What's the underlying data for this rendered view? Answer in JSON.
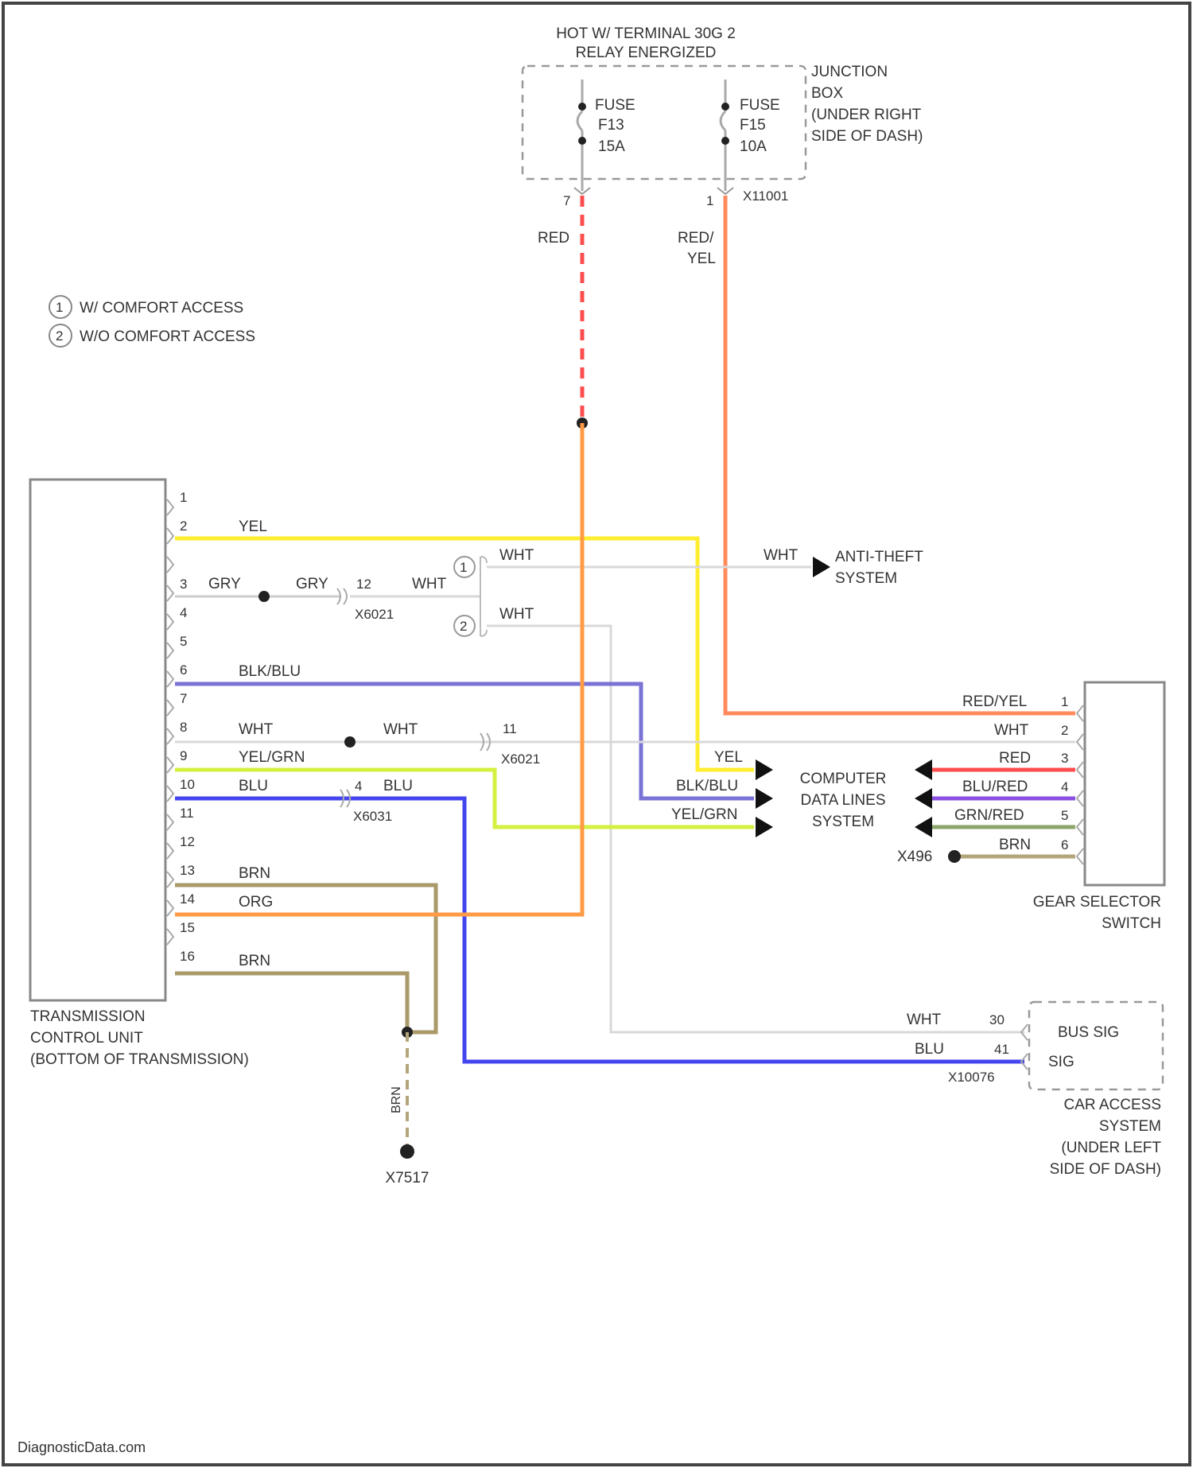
{
  "colors": {
    "red": "#ff4d4d",
    "red_yel": "#ff8a5c",
    "orange": "#ff9a45",
    "yellow": "#ffee30",
    "yel_grn": "#d4f040",
    "blu": "#4444ee",
    "blk_blu": "#7a73d6",
    "blu_red": "#8a4fe0",
    "grn_red": "#8ca56a",
    "brn": "#aa9a6a",
    "brn_light": "#b5a57a",
    "wht": "#d8d8d8",
    "line": "#bbbbbb",
    "frame": "#444444"
  },
  "top": {
    "hot_line1": "HOT W/ TERMINAL 30G 2",
    "hot_line2": "RELAY ENERGIZED",
    "fuse_left": {
      "name": "FUSE",
      "id": "F13",
      "rating": "15A",
      "pin": "7"
    },
    "fuse_right": {
      "name": "FUSE",
      "id": "F15",
      "rating": "10A",
      "pin": "1",
      "connector": "X11001"
    },
    "jbox": [
      "JUNCTION",
      "BOX",
      "(UNDER RIGHT",
      "SIDE OF DASH)"
    ],
    "wire_red": "RED",
    "wire_red_yel_1": "RED/",
    "wire_red_yel_2": "YEL"
  },
  "legend": {
    "items": [
      {
        "num": "1",
        "text": "W/ COMFORT ACCESS"
      },
      {
        "num": "2",
        "text": "W/O COMFORT ACCESS"
      }
    ]
  },
  "tcu": {
    "label": [
      "TRANSMISSION",
      "CONTROL UNIT",
      "(BOTTOM OF TRANSMISSION)"
    ],
    "pins": [
      "1",
      "2",
      "3",
      "4",
      "5",
      "6",
      "7",
      "8",
      "9",
      "10",
      "11",
      "12",
      "13",
      "14",
      "15",
      "16"
    ],
    "wires": {
      "p2": "YEL",
      "p3a": "GRY",
      "p3b": "GRY",
      "p6": "BLK/BLU",
      "p8a": "WHT",
      "p8b": "WHT",
      "p9": "YEL/GRN",
      "p10a": "BLU",
      "p10b": "BLU",
      "p13": "BRN",
      "p14": "ORG",
      "p16": "BRN"
    },
    "conn_12": "12",
    "conn_x6021_a": "X6021",
    "conn_11": "11",
    "conn_x6021_b": "X6021",
    "conn_4": "4",
    "conn_x6031": "X6031"
  },
  "antitheft": {
    "label1": "ANTI-THEFT",
    "label2": "SYSTEM",
    "wht_main": "WHT",
    "wht_1": "WHT",
    "wht_2": "WHT",
    "wht_out": "WHT",
    "circle1": "1",
    "circle2": "2"
  },
  "cdl": {
    "label": [
      "COMPUTER",
      "DATA LINES",
      "SYSTEM"
    ],
    "in_yel": "YEL",
    "in_blk_blu": "BLK/BLU",
    "in_yel_grn": "YEL/GRN"
  },
  "gss": {
    "label": [
      "GEAR SELECTOR",
      "SWITCH"
    ],
    "pins": [
      {
        "num": "1",
        "wire": "RED/YEL"
      },
      {
        "num": "2",
        "wire": "WHT"
      },
      {
        "num": "3",
        "wire": "RED"
      },
      {
        "num": "4",
        "wire": "BLU/RED"
      },
      {
        "num": "5",
        "wire": "GRN/RED"
      },
      {
        "num": "6",
        "wire": "BRN"
      }
    ],
    "ground": "X496"
  },
  "cas": {
    "label": [
      "CAR ACCESS",
      "SYSTEM",
      "(UNDER LEFT",
      "SIDE OF DASH)"
    ],
    "inner1": "BUS SIG",
    "inner2": "SIG",
    "pin_wht": "30",
    "pin_blu": "41",
    "wire_wht": "WHT",
    "wire_blu": "BLU",
    "connector": "X10076"
  },
  "ground": {
    "wire": "BRN",
    "id": "X7517"
  },
  "footer": {
    "watermark": "DiagnosticData.com"
  }
}
